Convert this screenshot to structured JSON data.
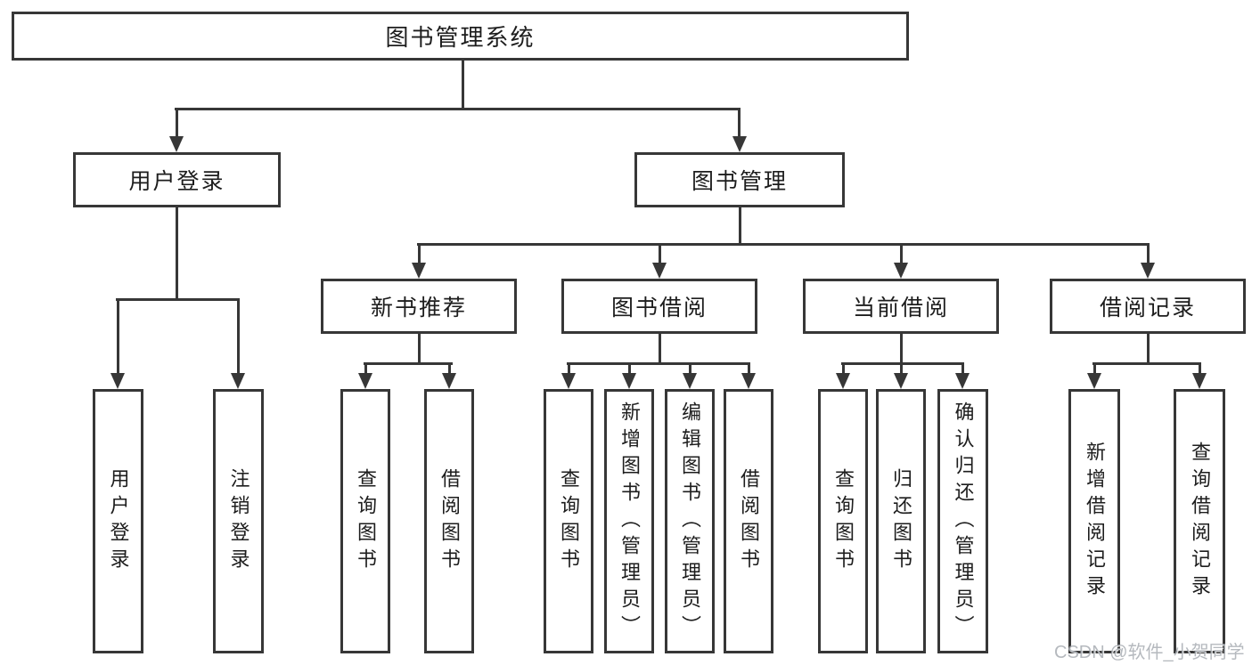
{
  "diagram": {
    "root": {
      "label": "图书管理系统"
    },
    "level2": {
      "user_login": {
        "label": "用户登录"
      },
      "book_management": {
        "label": "图书管理"
      }
    },
    "level3": {
      "new_book_recommend": {
        "label": "新书推荐"
      },
      "book_borrowing": {
        "label": "图书借阅"
      },
      "current_borrowing": {
        "label": "当前借阅"
      },
      "borrowing_records": {
        "label": "借阅记录"
      }
    },
    "level4": {
      "user_login": {
        "label": "用户登录"
      },
      "logout": {
        "label": "注销登录"
      },
      "recommend_query_books": {
        "label": "查询图书"
      },
      "recommend_borrow_books": {
        "label": "借阅图书"
      },
      "borrow_query_books": {
        "label": "查询图书"
      },
      "borrow_add_books": {
        "label": "新增图书（管理员）"
      },
      "borrow_edit_books": {
        "label": "编辑图书（管理员）"
      },
      "borrow_borrow_books": {
        "label": "借阅图书"
      },
      "current_query_books": {
        "label": "查询图书"
      },
      "current_return_books": {
        "label": "归还图书"
      },
      "current_confirm_return": {
        "label": "确认归还（管理员）"
      },
      "records_add_record": {
        "label": "新增借阅记录"
      },
      "records_query_record": {
        "label": "查询借阅记录"
      }
    },
    "watermark": "CSDN @软件_小贺同学",
    "colors": {
      "line": "#373737",
      "text": "#1d1d1d",
      "background": "#ffffff",
      "watermark": "#a2a7ae"
    }
  }
}
